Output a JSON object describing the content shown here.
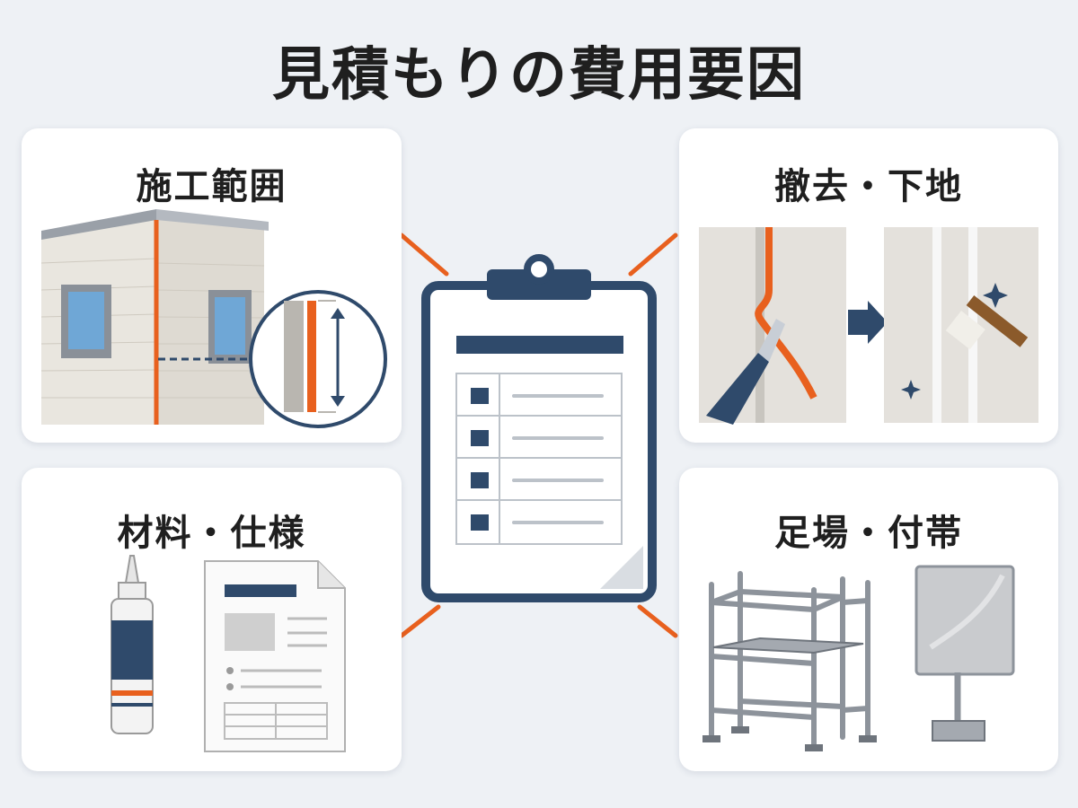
{
  "title": "見積もりの費用要因",
  "cards": {
    "scope": {
      "label": "施工範囲",
      "icon": "building-joint-icon"
    },
    "removal": {
      "label": "撤去・下地",
      "icon": "cutter-and-brush-icon"
    },
    "materials": {
      "label": "材料・仕様",
      "icon": "sealant-and-spec-sheet-icon"
    },
    "scaffold": {
      "label": "足場・付帯",
      "icon": "scaffold-and-mesh-sheet-icon"
    }
  },
  "center": {
    "icon": "clipboard-checklist-icon"
  },
  "colors": {
    "accent": "#e8601e",
    "navy": "#2f4a6b",
    "background": "#eef1f5",
    "card": "#ffffff"
  }
}
